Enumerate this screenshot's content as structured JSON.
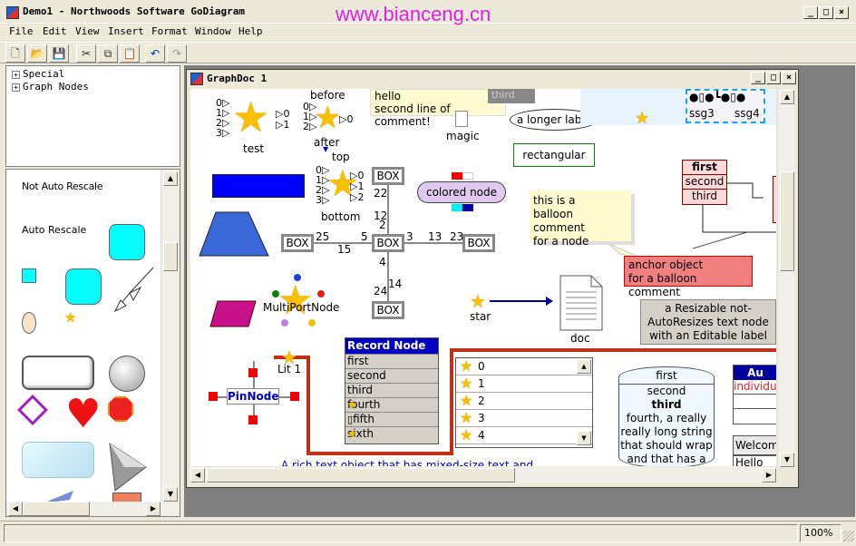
{
  "window": {
    "title": "Demo1 - Northwoods Software GoDiagram",
    "watermark": "www.bianceng.cn"
  },
  "caption_buttons": {
    "minimize": "_",
    "maximize": "□",
    "close": "×"
  },
  "menu": [
    "File",
    "Edit",
    "View",
    "Insert",
    "Format",
    "Window",
    "Help"
  ],
  "toolbar": [
    "new",
    "open",
    "save",
    "cut",
    "copy",
    "paste",
    "undo",
    "redo"
  ],
  "tree": {
    "items": [
      "Special",
      "Graph Nodes"
    ]
  },
  "palette": {
    "not_auto_rescale": "Not Auto Rescale",
    "auto_rescale": "Auto Rescale"
  },
  "doc": {
    "title": "GraphDoc 1",
    "test": "test",
    "before": "before",
    "after": "after",
    "top": "top",
    "bottom": "bottom",
    "port_nums_left": [
      "0",
      "1",
      "2",
      "3"
    ],
    "port_nums_right": [
      "0",
      "1"
    ],
    "comment_line1": "hello",
    "comment_line2": "second line of comment!",
    "third_partial": "third",
    "magic": "magic",
    "longer_label": "a longer label",
    "ssg3": "ssg3",
    "ssg4": "ssg4",
    "rectangular": "rectangular",
    "colored_node": "colored node",
    "box": "BOX",
    "link_nums": {
      "n25": "25",
      "n15": "15",
      "n5": "5",
      "n3": "3",
      "n13": "13",
      "n23": "23",
      "n22": "22",
      "n12": "12",
      "n2": "2",
      "n4": "4",
      "n24": "24",
      "n14": "14"
    },
    "balloon": [
      "this is a",
      "balloon comment",
      "for a node"
    ],
    "anchor": [
      "anchor object",
      "for a balloon comment"
    ],
    "multiport": "MultiPortNode",
    "star": "star",
    "docnode": "doc",
    "resizable": [
      "a Resizable not-",
      "AutoResizes text node",
      "with an Editable label"
    ],
    "record_node": {
      "header": "Record Node",
      "rows": [
        "first",
        "second",
        "third",
        "fourth",
        "fifth",
        "sixth"
      ]
    },
    "lit": "Lit 1",
    "pin": "PinNode",
    "list_items": [
      "0",
      "1",
      "2",
      "3",
      "4"
    ],
    "cylinder": [
      "first",
      "second",
      "third",
      "fourth, a really",
      "really long string",
      "that should wrap",
      "and that has a"
    ],
    "small_record": {
      "header": "first",
      "rows": [
        "second",
        "third"
      ]
    },
    "au_header": "Au",
    "au_row": "individu",
    "welcome": "Welcom",
    "hello_th": "Hello th",
    "rich_text": "A rich text object that has mixed-size text and"
  },
  "status": {
    "zoom": "100%"
  }
}
